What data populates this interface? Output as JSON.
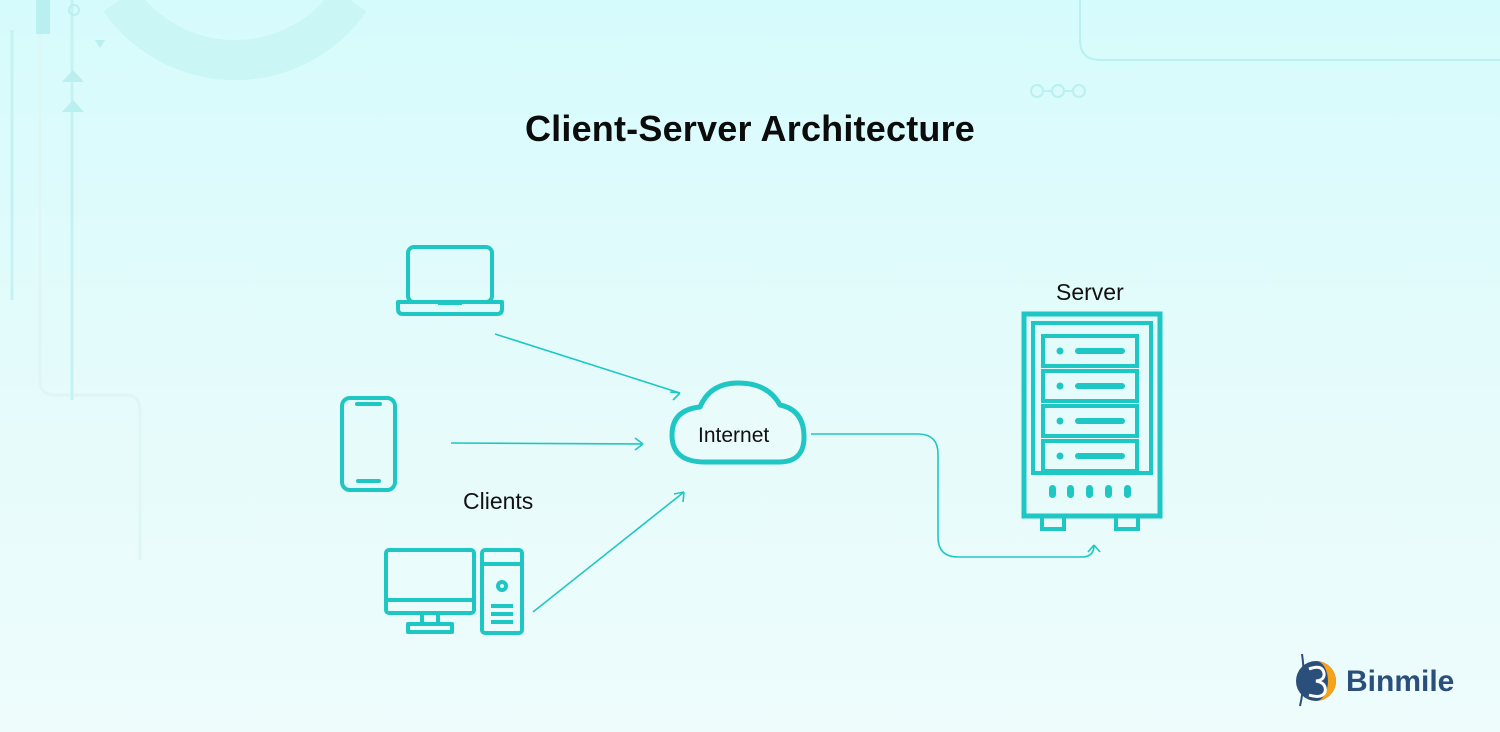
{
  "title": "Client-Server Architecture",
  "labels": {
    "server": "Server",
    "clients": "Clients",
    "internet": "Internet"
  },
  "brand": {
    "name": "Binmile"
  },
  "colors": {
    "accent": "#1fc7c4",
    "background": "#dafbfb",
    "text": "#0c0c0c",
    "brand_text": "#2a4f7a"
  },
  "icons": [
    "laptop-icon",
    "smartphone-icon",
    "desktop-computer-icon",
    "cloud-icon",
    "server-rack-icon",
    "binmile-logo-icon"
  ]
}
